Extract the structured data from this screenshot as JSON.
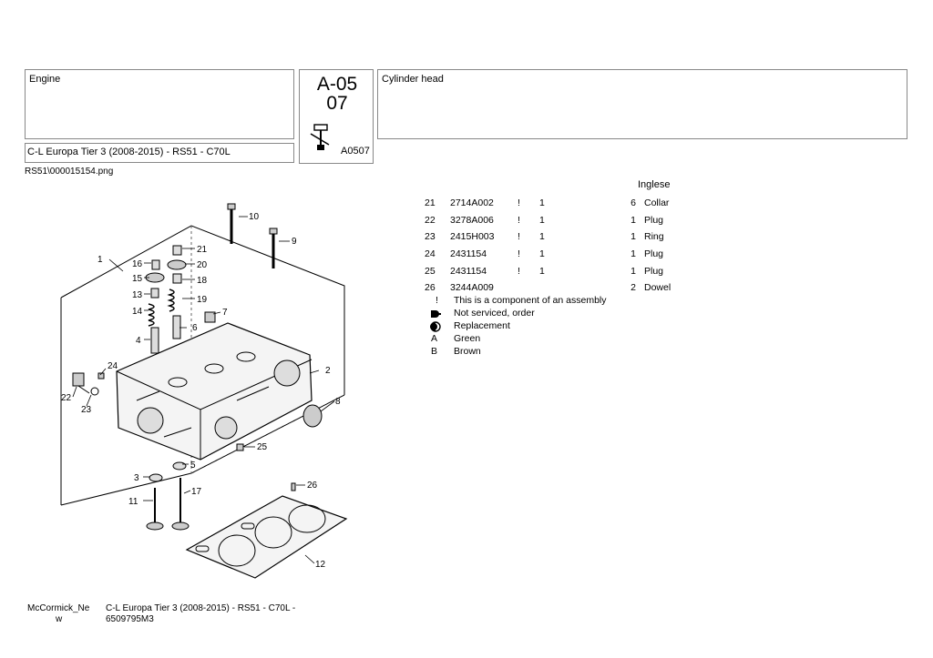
{
  "header": {
    "section": "Engine",
    "code_line1": "A-05",
    "code_line2": "07",
    "model": "C-L Europa Tier 3 (2008-2015) - RS51 - C70L",
    "ref": "A0507",
    "group_title": "Cylinder head"
  },
  "image_file": "RS51\\000015154.png",
  "language": "Inglese",
  "parts": [
    {
      "pos": "21",
      "code": "2714A002",
      "flag": "!",
      "sub": "1",
      "qty": "6",
      "desc": "Collar"
    },
    {
      "pos": "22",
      "code": "3278A006",
      "flag": "!",
      "sub": "1",
      "qty": "1",
      "desc": "Plug"
    },
    {
      "pos": "23",
      "code": "2415H003",
      "flag": "!",
      "sub": "1",
      "qty": "1",
      "desc": "Ring"
    },
    {
      "pos": "24",
      "code": "2431154",
      "flag": "!",
      "sub": "1",
      "qty": "1",
      "desc": "Plug"
    },
    {
      "pos": "25",
      "code": "2431154",
      "flag": "!",
      "sub": "1",
      "qty": "1",
      "desc": "Plug"
    },
    {
      "pos": "26",
      "code": "3244A009",
      "flag": "",
      "sub": "",
      "qty": "2",
      "desc": "Dowel"
    }
  ],
  "legend": [
    {
      "symbol": "!",
      "text": "This is a component of an assembly"
    },
    {
      "symbol": "",
      "icon": "not-serviced-icon",
      "text": "Not serviced, order"
    },
    {
      "symbol": "",
      "icon": "replacement-icon",
      "text": "Replacement"
    },
    {
      "symbol": "A",
      "text": "Green"
    },
    {
      "symbol": "B",
      "text": "Brown"
    }
  ],
  "diagram_labels": [
    "1",
    "2",
    "3",
    "4",
    "5",
    "6",
    "7",
    "8",
    "9",
    "10",
    "11",
    "12",
    "13",
    "14",
    "15",
    "16",
    "17",
    "18",
    "19",
    "20",
    "21",
    "22",
    "23",
    "24",
    "25",
    "26"
  ],
  "footer": {
    "brand_line1": "McCormick_Ne",
    "brand_line2": "w",
    "model_line1": "C-L Europa Tier 3 (2008-2015) - RS51 - C70L -",
    "model_line2": "6509795M3"
  }
}
